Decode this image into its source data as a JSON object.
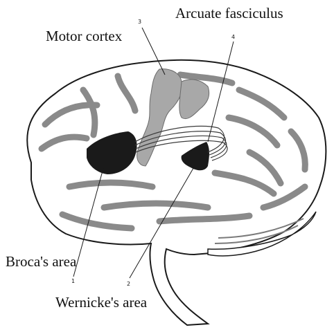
{
  "labels": {
    "arcuate_fasciculus": "Arcuate fasciculus",
    "motor_cortex": "Motor cortex",
    "brocas_area": "Broca's area",
    "wernickes_area": "Wernicke's area"
  },
  "markers": {
    "m1": "1",
    "m2": "2",
    "m3": "3",
    "m4": "4"
  },
  "colors": {
    "ink": "#111111",
    "sulcus": "#8a8a8a",
    "motor": "#a8a8a8",
    "region": "#1a1a1a"
  }
}
